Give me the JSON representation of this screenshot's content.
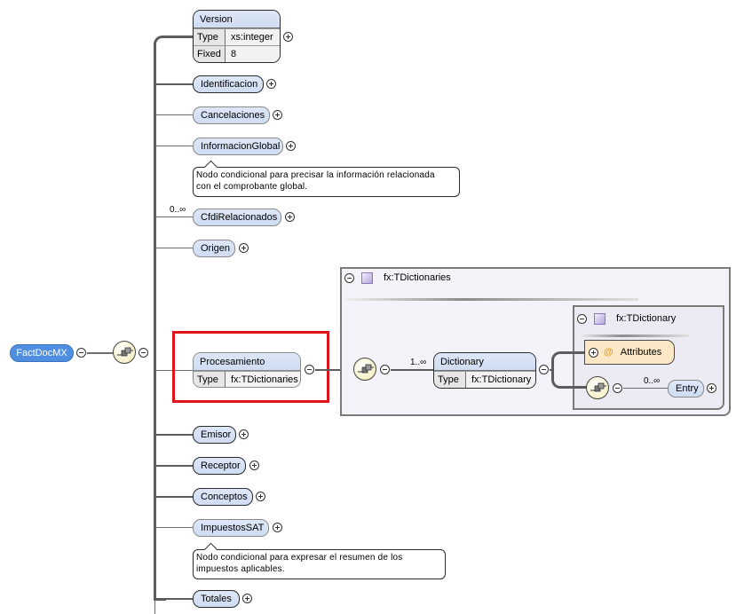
{
  "root": {
    "name": "FactDocMX"
  },
  "children": [
    {
      "name": "Version",
      "required": true,
      "rows": [
        {
          "key": "Type",
          "value": "xs:integer"
        },
        {
          "key": "Fixed",
          "value": "8"
        }
      ]
    },
    {
      "name": "Identificacion",
      "required": true
    },
    {
      "name": "Cancelaciones",
      "required": false
    },
    {
      "name": "InformacionGlobal",
      "required": false,
      "annotation": [
        "Nodo condicional para precisar la información relacionada",
        "con el comprobante global."
      ]
    },
    {
      "name": "CfdiRelacionados",
      "required": false,
      "occurrence": "0..∞"
    },
    {
      "name": "Origen",
      "required": false
    },
    {
      "name": "Procesamiento",
      "required": false,
      "rows": [
        {
          "key": "Type",
          "value": "fx:TDictionaries"
        }
      ],
      "highlighted": true
    },
    {
      "name": "Emisor",
      "required": true
    },
    {
      "name": "Receptor",
      "required": true
    },
    {
      "name": "Conceptos",
      "required": true
    },
    {
      "name": "ImpuestosSAT",
      "required": false,
      "annotation": [
        "Nodo condicional para expresar el resumen de los",
        "impuestos aplicables."
      ]
    },
    {
      "name": "Totales",
      "required": true
    }
  ],
  "complex_type_outer": {
    "title": "fx:TDictionaries",
    "element": {
      "name": "Dictionary",
      "occurrence": "1..∞",
      "rows": [
        {
          "key": "Type",
          "value": "fx:TDictionary"
        }
      ]
    }
  },
  "complex_type_inner": {
    "title": "fx:TDictionary",
    "attributes_label": "Attributes",
    "attributes_symbol": "@",
    "entry": {
      "name": "Entry",
      "occurrence": "0..∞"
    }
  },
  "colors": {
    "highlight": "#e0141b",
    "root_fill": "#4f8ee0",
    "element_fill": "#d6e2f5",
    "attributes_fill": "#fce8c6"
  }
}
